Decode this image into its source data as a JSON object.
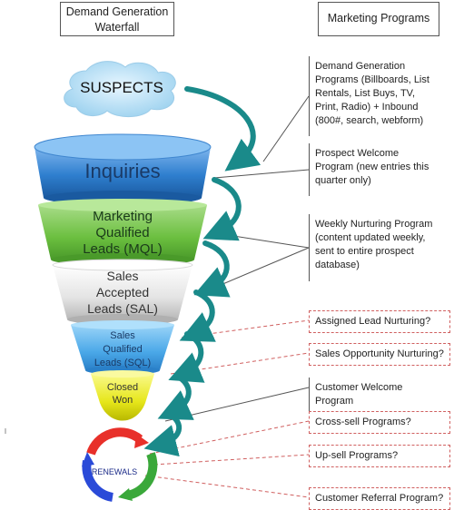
{
  "headers": {
    "left": "Demand Generation Waterfall",
    "right": "Marketing Programs"
  },
  "suspects": {
    "label": "SUSPECTS"
  },
  "funnel_stages": [
    {
      "line1": "Inquiries",
      "line2": "",
      "line3": "",
      "color": "#2f7fcf"
    },
    {
      "line1": "Marketing",
      "line2": "Qualified",
      "line3": "Leads (MQL)",
      "color": "#6bbf3f"
    },
    {
      "line1": "Sales",
      "line2": "Accepted",
      "line3": "Leads (SAL)",
      "color": "#e8e8e8"
    },
    {
      "line1": "Sales",
      "line2": "Qualified",
      "line3": "Leads (SQL)",
      "color": "#4aa8e8"
    },
    {
      "line1": "Closed",
      "line2": "Won",
      "line3": "",
      "color": "#e6e61a"
    }
  ],
  "renewals": {
    "label": "RENEWALS"
  },
  "programs": [
    {
      "text": "Demand Generation Programs (Billboards, List Rentals, List Buys, TV, Print, Radio) + Inbound (800#, search, webform)",
      "style": "solid"
    },
    {
      "text": "Prospect Welcome Program (new entries this quarter only)",
      "style": "solid"
    },
    {
      "text": "Weekly Nurturing Program (content updated weekly, sent to entire prospect database)",
      "style": "solid"
    },
    {
      "text": "Assigned Lead Nurturing?",
      "style": "dashed"
    },
    {
      "text": "Sales Opportunity Nurturing?",
      "style": "dashed"
    },
    {
      "text": "Customer Welcome Program",
      "style": "solid"
    },
    {
      "text": "Cross-sell Programs?",
      "style": "dashed"
    },
    {
      "text": "Up-sell Programs?",
      "style": "dashed"
    },
    {
      "text": "Customer Referral Program?",
      "style": "dashed"
    }
  ],
  "colors": {
    "arrow": "#1a8a8a",
    "connector_solid": "#555555",
    "connector_dashed": "#d06060",
    "cloud": "#a8d8f0"
  }
}
